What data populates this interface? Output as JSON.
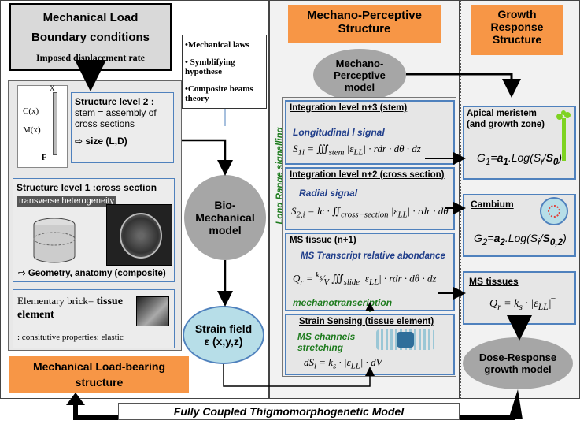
{
  "left": {
    "header_line1": "Mechanical Load",
    "header_line2": "Boundary conditions",
    "header_line3": "Imposed displacement rate",
    "beam_labels": {
      "cx": "C(x)",
      "mx": "M(x)",
      "x": "X",
      "f": "F"
    },
    "structure2": {
      "title": "Structure level 2 :",
      "line1": "stem = assembly of",
      "line2": "cross sections",
      "size": "⇨ size (L,D)"
    },
    "structure1": {
      "title": "Structure level 1 :cross section",
      "banner": "transverse heterogeneity",
      "geometry": "⇨ Geometry, anatomy (composite)"
    },
    "brick": {
      "line1a": "Elementary brick= ",
      "line1b": "tissue",
      "line2": "element",
      "line3": ": consitutive properties: elastic"
    },
    "footer_line1": "Mechanical Load-bearing",
    "footer_line2": "structure"
  },
  "laws": [
    "•Mechanical laws",
    "• Symblifying hypothese",
    "•Composite beams theory"
  ],
  "middle": {
    "biomech": "Bio-\nMechanical\nmodel",
    "strain_line1": "Strain field",
    "strain_line2": "ε (x,y,z)"
  },
  "mp": {
    "header_line1": "Mechano-Perceptive",
    "header_line2": "Structure",
    "model": "Mechano-\nPerceptive\nmodel",
    "signalling": "Long Range signalling",
    "level3_title": "Integration level n+3 (stem)",
    "level3_signal": "Longitudinal l signal",
    "level2_title": "Integration level  n+2 (cross section)",
    "level2_signal": "Radial signal",
    "ms_title": "MS tissue (n+1)",
    "ms_signal": "MS Transcript relative abondance",
    "ms_green": "mechanotranscription",
    "sensing_title": "Strain Sensing (tissue element)",
    "sensing_green": "MS channels\nstretching"
  },
  "gr": {
    "header_line1": "Growth",
    "header_line2": "Response",
    "header_line3": "Structure",
    "apical_title": "Apical meristem",
    "apical_sub": "(and growth zone)",
    "cambium": "Cambium",
    "mstissues": "MS tissues",
    "dose": "Dose-Response\ngrowth model"
  },
  "bottom": "Fully Coupled Thigmomorphogenetic Model",
  "colors": {
    "orange": "#f79646",
    "blue_border": "#4f81bd",
    "green": "#1e7b1e",
    "ellipse": "#a6a6a6",
    "teal": "#b7dee8"
  }
}
